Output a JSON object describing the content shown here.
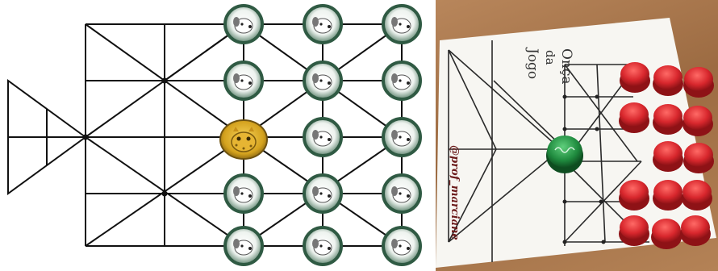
{
  "diagram": {
    "board_lines_color": "#111111",
    "dog_piece_color": "#3e6b52",
    "jaguar_piece_color": "#d4a21e",
    "pieces": {
      "dog_icon": "dog-face-icon",
      "jaguar_icon": "jaguar-face-icon"
    }
  },
  "photo": {
    "title_line1": "Jogo",
    "title_line2": "da",
    "title_line3": "Onça",
    "handle_text": "@prof_marciane",
    "board_color": "#f7f6f2",
    "table_color": "#a87447",
    "cap_red": "#d8272d",
    "cap_green": "#1f8a3e"
  }
}
